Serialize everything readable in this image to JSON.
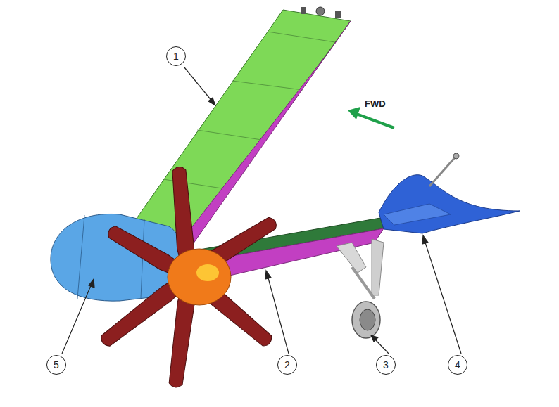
{
  "diagram": {
    "nodes": [
      {
        "text": [
          "1"
        ]
      },
      {
        "text": [
          "5"
        ]
      },
      {
        "text": [
          "2"
        ]
      },
      {
        "text": [
          "3"
        ]
      },
      {
        "text": [
          "4"
        ]
      }
    ],
    "labels": [
      "FWD"
    ]
  }
}
